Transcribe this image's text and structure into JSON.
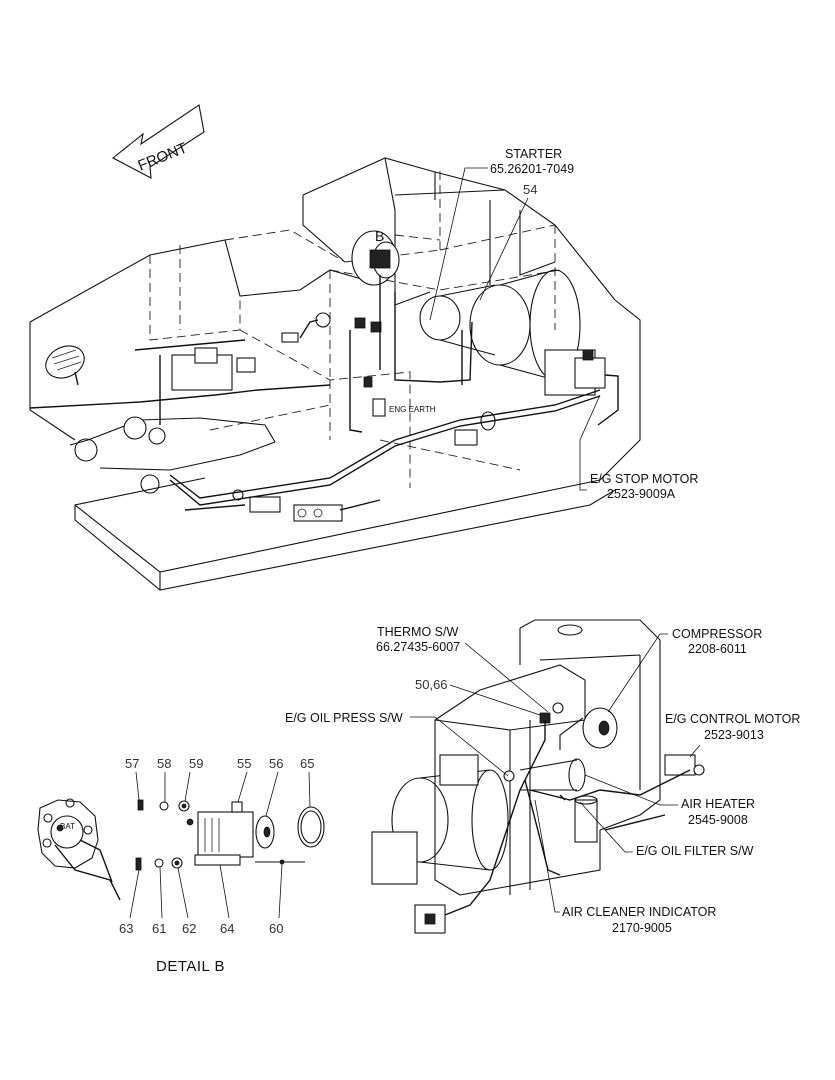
{
  "front_arrow": {
    "label": "FRONT"
  },
  "callouts": {
    "starter": {
      "name": "STARTER",
      "part": "65.26201-7049"
    },
    "item_54": "54",
    "b_marker": "B",
    "eng_earth": "ENG EARTH",
    "eg_stop_motor": {
      "name": "E/G STOP MOTOR",
      "part": "2523-9009A"
    },
    "thermo_sw": {
      "name": "THERMO S/W",
      "part": "66.27435-6007"
    },
    "item_50_66": "50,66",
    "eg_oil_press_sw": "E/G OIL PRESS S/W",
    "compressor": {
      "name": "COMPRESSOR",
      "part": "2208-6011"
    },
    "eg_control_motor": {
      "name": "E/G CONTROL MOTOR",
      "part": "2523-9013"
    },
    "air_heater": {
      "name": "AIR HEATER",
      "part": "2545-9008"
    },
    "eg_oil_filter_sw": "E/G OIL FILTER S/W",
    "air_cleaner_indicator": {
      "name": "AIR CLEANER INDICATOR",
      "part": "2170-9005"
    }
  },
  "detail_b": {
    "title": "DETAIL  B",
    "top_items": [
      "57",
      "58",
      "59",
      "55",
      "56",
      "65"
    ],
    "bottom_items": [
      "63",
      "61",
      "62",
      "64",
      "60"
    ],
    "bat_mark": "BAT"
  }
}
